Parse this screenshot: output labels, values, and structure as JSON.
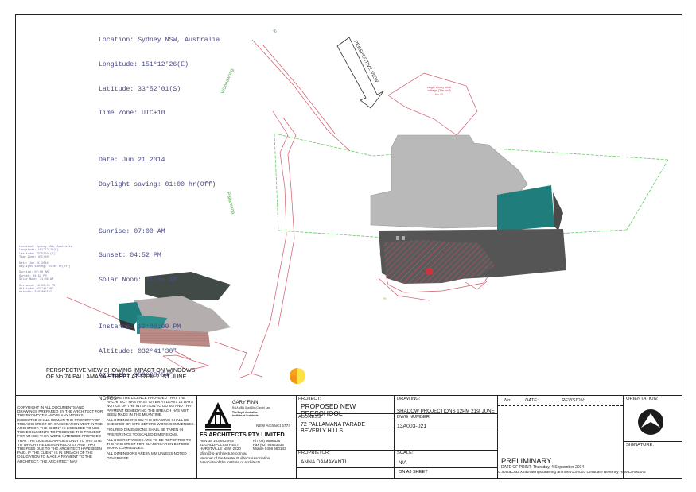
{
  "site_info": {
    "location": "Location: Sydney NSW, Australia",
    "longitude": "Longitude: 151°12'26(E)",
    "latitude": "Latitude: 33°52'01(S)",
    "timezone": "Time Zone: UTC+10",
    "date": "Date: Jun 21 2014",
    "daylight": "Daylight saving: 01:00 hr(Off)",
    "sunrise": "Sunrise: 07:00 AM",
    "sunset": "Sunset: 04:52 PM",
    "solar_noon": "Solar Noon: 11:56 AM",
    "instance": "Instance: 12:00:00 PM",
    "altitude": "Altitude: 032°41'30\"",
    "azimuth": "Azimuth: 359°08'54\""
  },
  "plan_labels": {
    "perspective_view": "PERSPECTIVE VIEW",
    "street_wonnawong": "Wonnawong",
    "street_pallamana": "Pallamana",
    "street_st": "St",
    "neighbour": "single storey brick cottage (Tile roof) No.42",
    "caption_line1": "PERSPECTIVE VIEW SHOWING IMPACT ON WINDOWS",
    "caption_line2": "OF No 74 PALLAMANA STREET AT 12PM 21ST JUNE"
  },
  "colors": {
    "roof_grey": "#b9b9b9",
    "teal": "#1f7e7c",
    "boundary_green": "#66cc66",
    "boundary_red": "#d05a6a",
    "info_text": "#4a4a8a",
    "sun_orange": "#f7a11a",
    "sun_yellow": "#fde244"
  },
  "title_block": {
    "notes_heading": "NOTES",
    "notes_col1": "COPYRIGHT IN ALL DOCUMENTS AND DRAWINGS PREPARED BY THE ARCHITECT FOR THE PROMOTER AND IN ANY WORKS EXECUTED SHALL REMAIN THE PROPERTY OF THE ARCHITECT OR ON CREATION VEST IN THE ARCHITECT. THE CLIENT IS LICENCED TO USE THE DOCUMENTS TO PRODUCE THE PROJECT FOR WHICH THEY WERE INTENDED PROVIDED THAT THE LICENCE APPLIES ONLY TO THE SITE TO WHICH THE DESIGN RELATES AND THAT THE FEES DUE TO THE ARCHITECT HAVE BEEN PAID. IF THE CLIENT IS IN BREACH OF THE OBLIGATION TO MAKE A PAYMENT TO THE ARCHITECT, THE ARCHITECT MAY",
    "notes_col2a": "REVOKE THE LICENCE PROVIDED THAT THE ARCHITECT HAS FIRST GIVEN AT LEAST 14 DAYS NOTICE OF THE INTENTION TO DO SO AND THAT PAYMENT REMEDYING THE BREACH HAS NOT BEEN MADE IN THE MEANTIME.",
    "notes_col2b": "ALL DIMENSIONS ON THE DRAWING SHALL BE CHECKED ON SITE BEFORE WORK COMMENCES.",
    "notes_col2c": "FIGURED DIMENSIONS SHALL BE TAKEN IN PREFERENCE TO SCALED DIMENSIONS.",
    "notes_col2d": "ALL DISCREPANCIES ARE TO BE REPORTED TO THE ARCHITECT FOR CLARIFICATION BEFORE WORK COMMENCES.",
    "notes_col2e": "ALL DIMENSIONS ARE IN MM UNLESS NOTED OTHERWISE.",
    "architect_name": "GARY FINN",
    "architect_quals": "RAIA MBA Grad Dip (Constr) Law",
    "raia": "The Royal Australian Institute of Architects",
    "nsw_architect": "NSW Architect 5774",
    "firm": "FS ARCHITECTS PTY LIMITED",
    "abn": "ABN 38 103 652 975",
    "street": "21 GALLIPOLI STREET",
    "suburb": "HURSTVILLE NSW 2220",
    "email": "gfinn@fs-architecture.com.au",
    "ph": "Ph (02) 9586535",
    "fax": "Fax (02) 95863535",
    "mobile": "Mobile 0408 480143",
    "member1": "Member of the Master Builder's Association",
    "member2": "Associate of the Institute of Architects",
    "project_label": "PROJECT:",
    "project_value": "PROPOSED NEW PRESCHOOL",
    "address_label": "ADDRESS:",
    "address_value": "72 PALLAMANA PARADE BEVERLY HILLS",
    "proprietor_label": "PROPRIETOR:",
    "proprietor_value": "ANNA DAMAYANTI",
    "drawing_label": "DRAWING:",
    "drawing_value": "SHADOW PROJECTIONS 12PM 21st JUNE",
    "dwg_label": "DWG NUMBER:",
    "dwg_value": "13A003-021",
    "scale_label": "SCALE:",
    "scale_value": "N/A",
    "sheet_value": "ON A3 SHEET",
    "rev_no": "No.",
    "rev_date": "DATE:",
    "rev_revision": "REVISION:",
    "status": "PRELIMINARY",
    "print_date": "DATE OF PRINT: Thursday, 4 September 2014",
    "file_path": "C:\\DataCAD X3\\Drawings\\drawing archives\\13A003 Childcare Beverley Hills\\13A003A2",
    "orientation_label": "ORIENTATION:",
    "signature_label": "SIGNATURE:"
  },
  "thumb_info": [
    "Location: Sydney NSW, Australia",
    "Longitude: 151°12'26(E)",
    "Latitude: 33°52'01(S)",
    "Time Zone: UTC+10",
    "",
    "Date: Jun 21 2014",
    "Daylight saving: 01:00 hr(Off)",
    "",
    "Sunrise: 07:00 AM",
    "Sunset: 04:52 PM",
    "Solar Noon: 11:56 AM",
    "",
    "Instance: 12:00:00 PM",
    "Altitude: 032°41'30\"",
    "Azimuth: 359°08'54\""
  ]
}
